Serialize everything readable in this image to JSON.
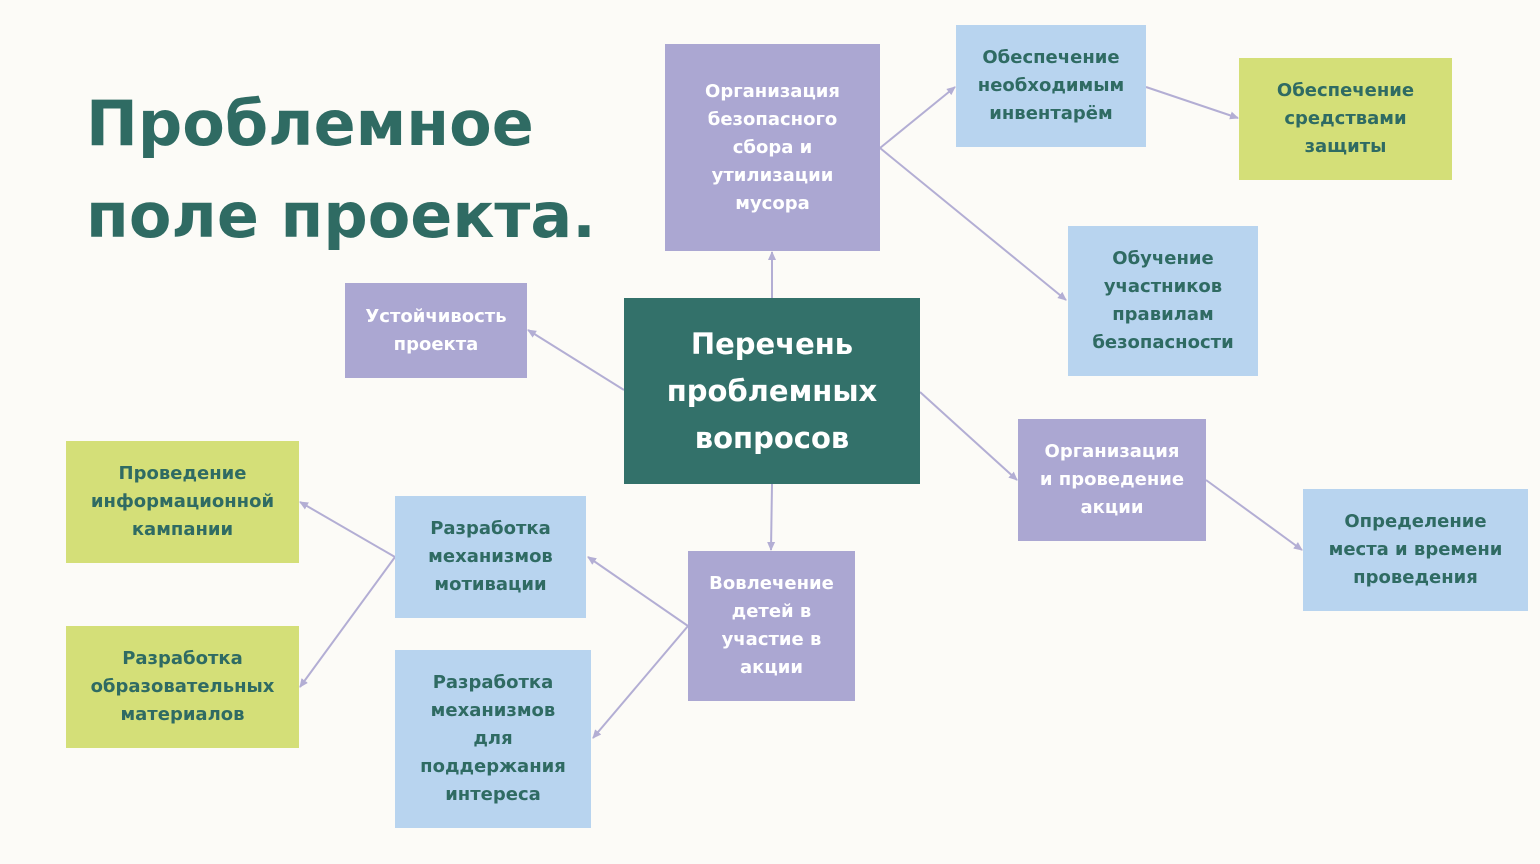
{
  "title": {
    "line1": "Проблемное",
    "line2": "поле проекта."
  },
  "colors": {
    "background": "#fcfbf7",
    "title": "#2f6b63",
    "central": "#33716a",
    "purple": "#aba7d2",
    "blue": "#b8d4ef",
    "green": "#d4df78",
    "connector": "#b3aed4"
  },
  "nodes": {
    "central": "Перечень\nпроблемных\nвопросов",
    "waste": "Организация\nбезопасного\nсбора и\nутилизации\nмусора",
    "inventory": "Обеспечение\nнеобходимым\nинвентарём",
    "protection": "Обеспечение\nсредствами\nзащиты",
    "training": "Обучение\nучастников\nправилам\nбезопасности",
    "sustainability": "Устойчивость\nпроекта",
    "organization": "Организация\nи проведение\nакции",
    "place_time": "Определение\nместа и времени\nпроведения",
    "involvement": "Вовлечение\nдетей в\nучастие в\nакции",
    "motivation": "Разработка\nмеханизмов\nмотивации",
    "interest": "Разработка\nмеханизмов\nдля\nподдержания\nинтереса",
    "info_campaign": "Проведение\nинформационной\nкампании",
    "materials": "Разработка\nобразовательных\nматериалов"
  },
  "edges": [
    {
      "from": "central",
      "to": "waste"
    },
    {
      "from": "waste",
      "to": "inventory"
    },
    {
      "from": "inventory",
      "to": "protection"
    },
    {
      "from": "waste",
      "to": "training"
    },
    {
      "from": "central",
      "to": "sustainability"
    },
    {
      "from": "central",
      "to": "organization"
    },
    {
      "from": "organization",
      "to": "place_time"
    },
    {
      "from": "central",
      "to": "involvement"
    },
    {
      "from": "involvement",
      "to": "motivation"
    },
    {
      "from": "involvement",
      "to": "interest"
    },
    {
      "from": "motivation",
      "to": "info_campaign"
    },
    {
      "from": "motivation",
      "to": "materials"
    }
  ]
}
